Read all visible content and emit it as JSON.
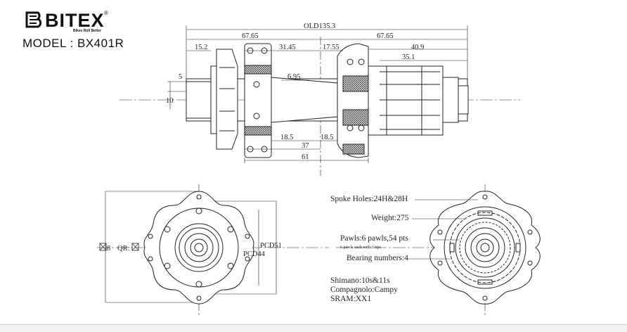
{
  "brand": {
    "logo_text": "BITEX",
    "tagline": "Bikes Roll Better",
    "registered": "®"
  },
  "model": {
    "label": "MODEL : BX401R"
  },
  "dimensions": {
    "old": "OLD135.3",
    "left_half": "67.65",
    "right_half": "67.65",
    "d15_2": "15.2",
    "d31_45": "31.45",
    "d17_55": "17.55",
    "d40_9": "40.9",
    "d35_1": "35.1",
    "d5": "5",
    "d10": "10",
    "d6_95": "6.95",
    "d18_5_left": "18.5",
    "d18_5_right": "18.5",
    "d37": "37",
    "d61": "61"
  },
  "end_view": {
    "qr": "QR:",
    "axle_8": "8",
    "pcd44": "PCD44",
    "pcd51": "PCD51"
  },
  "specs": {
    "spoke_holes": "Spoke Holes:24H&28H",
    "weight": "Weight:275",
    "pawls": "Pawls:6 pawls,54 pts",
    "pawls_note": "6 pawls each with 3 tips",
    "bearings": "Bearing numbers:4",
    "shimano": "Shimano:10s&11s",
    "campagnolo": "Compagnolo:Campy",
    "sram": "SRAM:XX1"
  }
}
